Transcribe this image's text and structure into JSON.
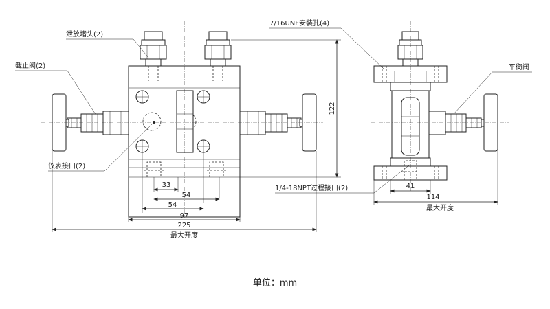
{
  "callouts": {
    "bleed_plug": "泄放堵头(2)",
    "stop_valve": "截止阀(2)",
    "mount_hole": "7/16UNF安装孔(4)",
    "balance_valve": "平衡阀",
    "gauge_port": "仪表接口(2)",
    "process_port": "1/4-18NPT过程接口(2)"
  },
  "dimensions": {
    "d33": "33",
    "d54a": "54",
    "d54b": "54",
    "d97": "97",
    "d225": "225",
    "max_open_front": "最大开度",
    "d122": "122",
    "d41": "41",
    "d114": "114",
    "max_open_side": "最大开度"
  },
  "unit_note": "单位：mm",
  "colors": {
    "line": "#222222",
    "background": "#ffffff"
  }
}
